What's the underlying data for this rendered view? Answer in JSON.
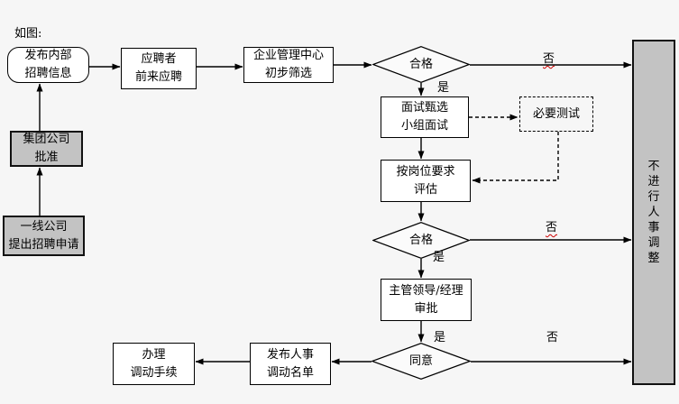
{
  "caption": "如图:",
  "colors": {
    "background": "#f6f6f6",
    "box_fill": "#ffffff",
    "gray_fill": "#c3c3c3",
    "line": "#000000",
    "squiggle_underline": "#cc0000"
  },
  "nodes": {
    "publish_internal": {
      "label": "发布内部\n招聘信息",
      "shape": "rounded"
    },
    "group_approval": {
      "label": "集团公司\n批准",
      "shape": "gray-box"
    },
    "frontline_request": {
      "label": "一线公司\n提出招聘申请",
      "shape": "gray-box"
    },
    "applicants_apply": {
      "label": "应聘者\n前来应聘",
      "shape": "box"
    },
    "center_screening": {
      "label": "企业管理中心\n初步筛选",
      "shape": "box"
    },
    "qualified_1": {
      "label": "合格",
      "shape": "diamond"
    },
    "interview_panel": {
      "label": "面试甄选\n小组面试",
      "shape": "box"
    },
    "necessary_test": {
      "label": "必要测试",
      "shape": "dashed-box"
    },
    "post_requirement_eval": {
      "label": "按岗位要求\n评估",
      "shape": "box"
    },
    "qualified_2": {
      "label": "合格",
      "shape": "diamond"
    },
    "leader_manager_approval": {
      "label": "主管领导/经理\n审批",
      "shape": "box"
    },
    "agree": {
      "label": "同意",
      "shape": "diamond"
    },
    "publish_transfer_list": {
      "label": "发布人事\n调动名单",
      "shape": "box"
    },
    "handle_transfer": {
      "label": "办理\n调动手续",
      "shape": "box"
    },
    "no_personnel_adjustment": {
      "label": "不\n进\n行\n人\n事\n调\n整",
      "shape": "tall-gray-box"
    }
  },
  "edge_labels": {
    "yes_1": "是",
    "no_1": "否",
    "yes_2": "是",
    "no_2": "否",
    "yes_3": "是",
    "no_3": "否"
  }
}
